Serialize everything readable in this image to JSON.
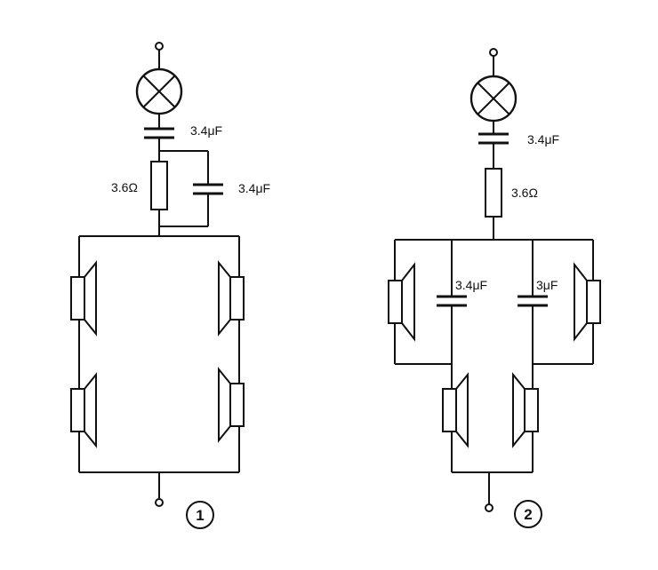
{
  "colors": {
    "ink": "#111111",
    "background": "#ffffff"
  },
  "circuit_1": {
    "number": "1",
    "series_capacitor": "3.4μF",
    "resistor": "3.6Ω",
    "parallel_capacitor": "3.4μF"
  },
  "circuit_2": {
    "number": "2",
    "series_capacitor": "3.4μF",
    "resistor": "3.6Ω",
    "left_capacitor": "3.4μF",
    "right_capacitor": "3μF"
  }
}
